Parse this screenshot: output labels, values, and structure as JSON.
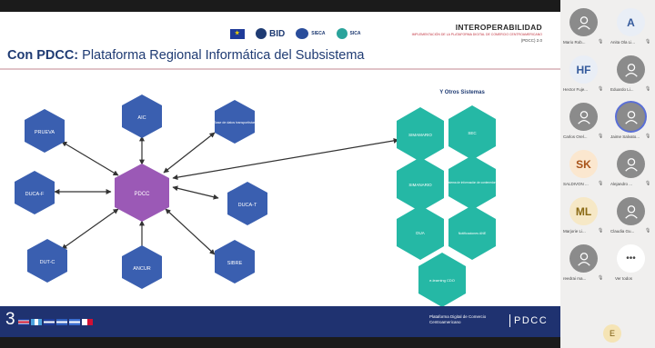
{
  "slide": {
    "title_bold": "Con PDCC:",
    "title_rest": " Plataforma Regional Informática del Subsistema",
    "logos": [
      "BID",
      "SIECA",
      "SICA"
    ],
    "brand": {
      "title": "INTEROPERABILIDAD",
      "subtitle": "IMPLEMENTACIÓN DE LA PLATAFORMA DIGITAL DE COMERCIO CENTROAMERICANO",
      "code": "(PDCC) 2.0"
    },
    "diagram": {
      "center": "PDCC",
      "nodes": [
        "PRUEVA",
        "AIC",
        "Base de datos transportistas",
        "DUCA-F",
        "DUCA-T",
        "DUT-C",
        "ANCUR",
        "SIBRE"
      ],
      "other_title": "Y Otros Sistemas",
      "other_systems": [
        "SIMAMARIO",
        "SEC",
        "SIMANARIO",
        "Sistema de información de contenedores",
        "DUA",
        "Notificaciones ANE",
        "e-learning CDO"
      ]
    },
    "footer": {
      "page_number": "3",
      "brand_text": "Plataforma Digital de Comercio Centroamericano",
      "logo_text": "PDCC"
    },
    "colors": {
      "hex_blue": "#3a5fb0",
      "hex_purple": "#9b59b6",
      "hex_teal": "#25b8a5",
      "footer_bg": "#1f3270",
      "title_blue": "#1f3b73"
    }
  },
  "participants": [
    {
      "name": "Mario Rob...",
      "avatar": "person-icon"
    },
    {
      "name": "Anita Ola Li...",
      "initials": "A"
    },
    {
      "name": "Hector Fuje...",
      "initials": "HF"
    },
    {
      "name": "Eduardo Li...",
      "avatar": "person-icon"
    },
    {
      "name": "Carlos Orel...",
      "avatar": "person-icon"
    },
    {
      "name": "Jaime Salvato...",
      "avatar": "person-icon",
      "selected": true
    },
    {
      "name": "SALDIVON ...",
      "initials": "SK"
    },
    {
      "name": "Alejandro ...",
      "avatar": "person-icon"
    },
    {
      "name": "Marjorie Li...",
      "initials": "ML"
    },
    {
      "name": "Claudia Gu...",
      "avatar": "person-icon"
    },
    {
      "name": "reedrai ma...",
      "avatar": "person-icon"
    },
    {
      "name": "Ver todos",
      "more": "•••"
    }
  ],
  "bottom_participant": {
    "initials": "E"
  }
}
